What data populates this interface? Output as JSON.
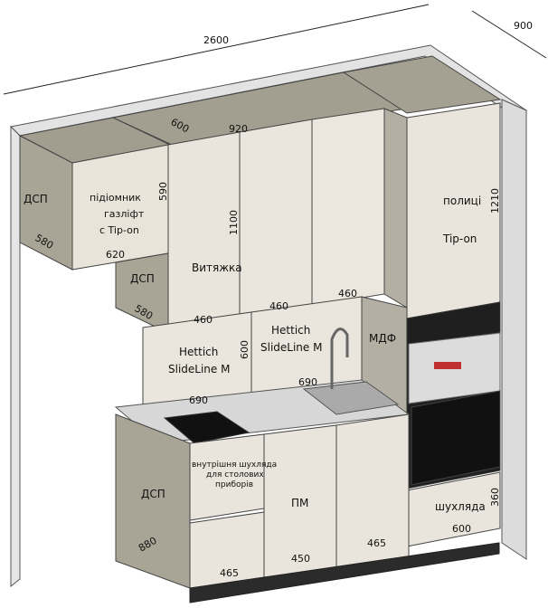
{
  "overall": {
    "width": "2600",
    "depth": "900"
  },
  "upper": {
    "depth_top": "600",
    "width_920": "920",
    "lift_cabinet_height": "590",
    "lift_cabinet_width": "620",
    "dsp_depth_1": "580",
    "dsp_depth_2": "580",
    "hood_height": "1100",
    "hood_width": "460",
    "door_width_2": "460",
    "door_width_3": "460",
    "dsp_label_1": "ДСП",
    "dsp_label_2": "ДСП",
    "lift_label_line1": "підіомник",
    "lift_label_line2": "газліфт",
    "lift_label_line3": "с Tip-on",
    "hood_label": "Витяжка"
  },
  "middle": {
    "hettich_left_line1": "Hettich",
    "hettich_left_line2": "SlideLine M",
    "hettich_right_line1": "Hettich",
    "hettich_right_line2": "SlideLine M",
    "height_600": "600",
    "width_left": "690",
    "width_right": "690",
    "mdf_label": "МДФ"
  },
  "tall": {
    "height": "1210",
    "shelves_label": "полиці",
    "tipon_label": "Tip-on",
    "drawer_label": "шухляда",
    "drawer_height": "360",
    "drawer_width": "600"
  },
  "lower": {
    "dsp_label": "ДСП",
    "height": "880",
    "inner_drawer_line1": "внутрішня шухляда",
    "inner_drawer_line2": "для столових",
    "inner_drawer_line3": "приборів",
    "drawer_width": "465",
    "dishwasher_label": "ПМ",
    "dishwasher_width": "450",
    "sink_cab_width": "465"
  }
}
